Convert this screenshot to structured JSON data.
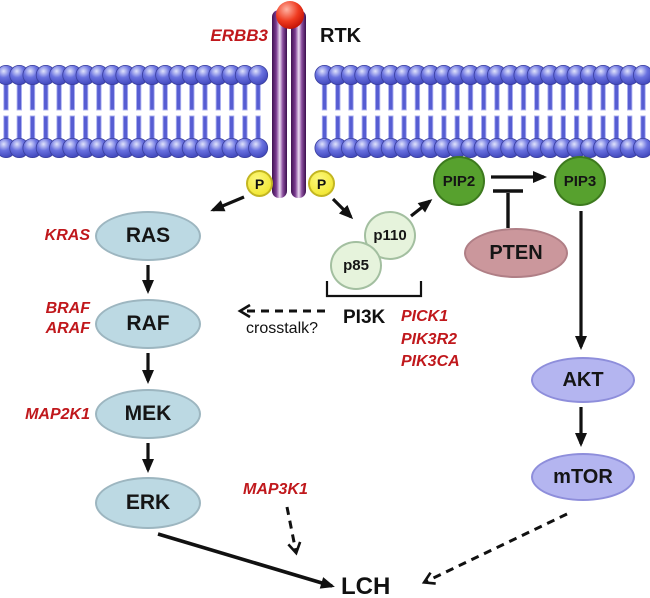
{
  "receptor": {
    "gene": "ERBB3",
    "label": "RTK"
  },
  "phospho": {
    "left": "P",
    "right": "P"
  },
  "mapk": {
    "ras": {
      "label": "RAS",
      "gene": "KRAS"
    },
    "raf": {
      "label": "RAF",
      "genes": [
        "BRAF",
        "ARAF"
      ]
    },
    "mek": {
      "label": "MEK",
      "gene": "MAP2K1"
    },
    "erk": {
      "label": "ERK"
    }
  },
  "pi3k": {
    "p110": "p110",
    "p85": "p85",
    "complex": "PI3K",
    "genes": [
      "PICK1",
      "PIK3R2",
      "PIK3CA"
    ],
    "pip2": "PIP2",
    "pip3": "PIP3",
    "pten": "PTEN",
    "akt": "AKT",
    "mtor": "mTOR"
  },
  "annotations": {
    "crosstalk": "crosstalk?",
    "map3k1": "MAP3K1"
  },
  "outcome": "LCH",
  "colors": {
    "red_label": "#c0181c",
    "membrane_blue": "#565dd2",
    "kinase_fill": "#bcd9e3",
    "akt_fill": "#b4b5f0",
    "lipid_green": "#57a12e",
    "pten_fill": "#cb979c",
    "pi3k_subunit_fill": "#e6f3dc",
    "phospho_yellow": "#f3e93a",
    "receptor_purple": "#7a3a90",
    "ligand_red": "#e52012"
  }
}
